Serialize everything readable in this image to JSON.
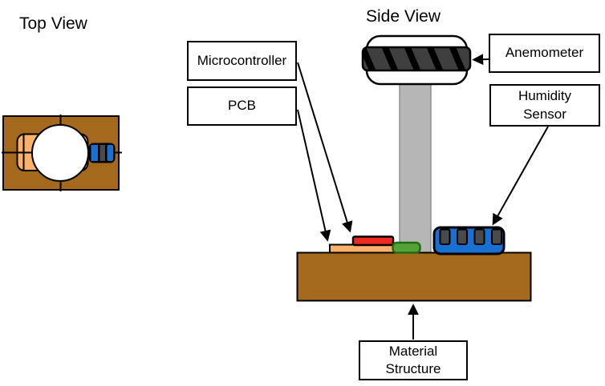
{
  "titles": {
    "top_view": "Top View",
    "side_view": "Side View"
  },
  "labels": {
    "microcontroller": "Microcontroller",
    "pcb": "PCB",
    "anemometer": "Anemometer",
    "humidity_sensor_lines": [
      "Humidity",
      "Sensor"
    ],
    "material_structure_lines": [
      "Material",
      "Structure"
    ]
  },
  "colors": {
    "base_brown": "#A5691E",
    "pcb_orange": "#F9B16C",
    "micro_red": "#EE2A23",
    "mount_green": "#55A338",
    "mount_green_border": "#1F6E12",
    "sensor_blue": "#1770D2",
    "pole_gray": "#B6B6B6",
    "pole_border": "#8F8F8F",
    "anemometer_dark": "#3F3F3F",
    "slot_gray": "#4A4A4A",
    "outline_black": "#000000"
  }
}
